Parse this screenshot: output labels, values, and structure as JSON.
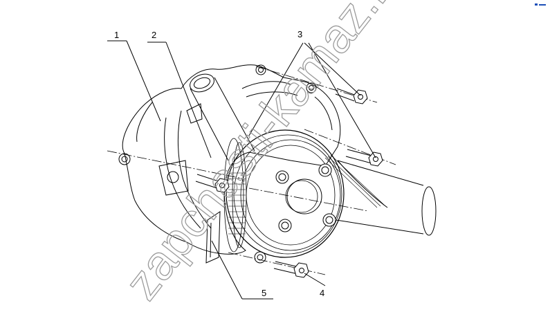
{
  "callouts": {
    "c1": "1",
    "c2": "2",
    "c3": "3",
    "c4": "4",
    "c5": "5"
  },
  "watermark": {
    "text": "zapchasti-kamaz.ru"
  },
  "colors": {
    "line": "#000000",
    "background": "#ffffff",
    "watermark": "#9a9a9a",
    "corner_mark": "#1d4fb8"
  },
  "icons": {
    "corner_mark": "logo-mark-icon"
  }
}
